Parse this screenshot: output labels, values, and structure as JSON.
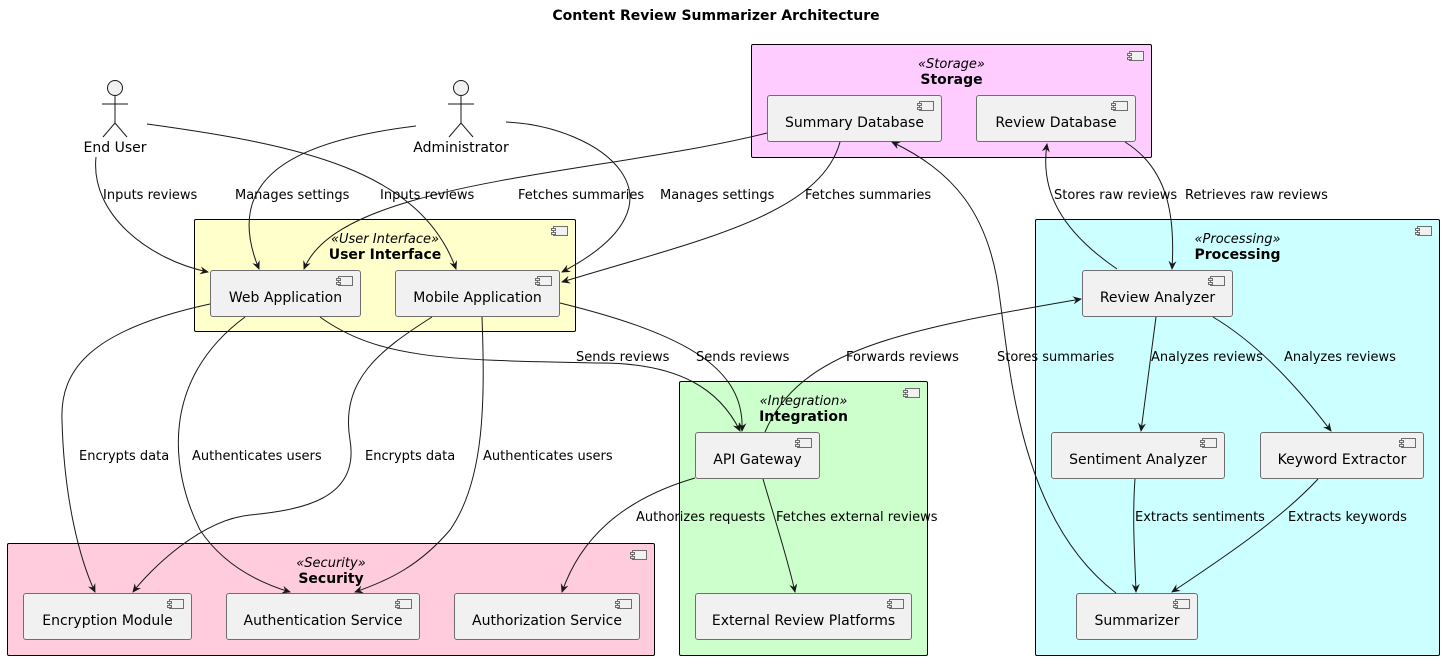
{
  "title": "Content Review Summarizer Architecture",
  "actors": {
    "end_user": "End User",
    "administrator": "Administrator"
  },
  "packages": {
    "storage": {
      "stereotype": "«Storage»",
      "name": "Storage",
      "color": "#ffccff"
    },
    "ui": {
      "stereotype": "«User Interface»",
      "name": "User Interface",
      "color": "#ffffcc"
    },
    "processing": {
      "stereotype": "«Processing»",
      "name": "Processing",
      "color": "#ccffff"
    },
    "integration": {
      "stereotype": "«Integration»",
      "name": "Integration",
      "color": "#ccffcc"
    },
    "security": {
      "stereotype": "«Security»",
      "name": "Security",
      "color": "#ffccdd"
    }
  },
  "components": {
    "summary_db": "Summary Database",
    "review_db": "Review Database",
    "web_app": "Web Application",
    "mobile_app": "Mobile Application",
    "review_analyzer": "Review Analyzer",
    "sentiment_analyzer": "Sentiment Analyzer",
    "keyword_extractor": "Keyword Extractor",
    "summarizer": "Summarizer",
    "api_gateway": "API Gateway",
    "external_platforms": "External Review Platforms",
    "encryption_module": "Encryption Module",
    "authentication_service": "Authentication Service",
    "authorization_service": "Authorization Service"
  },
  "edges": {
    "user_web": "Inputs reviews",
    "admin_web": "Manages settings",
    "user_mobile": "Inputs reviews",
    "sumdb_web": "Fetches summaries",
    "admin_mobile": "Manages settings",
    "sumdb_mobile": "Fetches summaries",
    "analyzer_reviewdb": "Stores raw reviews",
    "reviewdb_analyzer": "Retrieves raw reviews",
    "web_gateway": "Sends reviews",
    "mobile_gateway": "Sends reviews",
    "gateway_analyzer": "Forwards reviews",
    "summarizer_sumdb": "Stores summaries",
    "analyzer_sentiment": "Analyzes reviews",
    "analyzer_keyword": "Analyzes reviews",
    "web_encrypt": "Encrypts data",
    "web_auth": "Authenticates users",
    "mobile_encrypt": "Encrypts data",
    "mobile_auth": "Authenticates users",
    "gateway_authz": "Authorizes requests",
    "gateway_external": "Fetches external reviews",
    "sentiment_summarizer": "Extracts sentiments",
    "keyword_summarizer": "Extracts keywords"
  }
}
